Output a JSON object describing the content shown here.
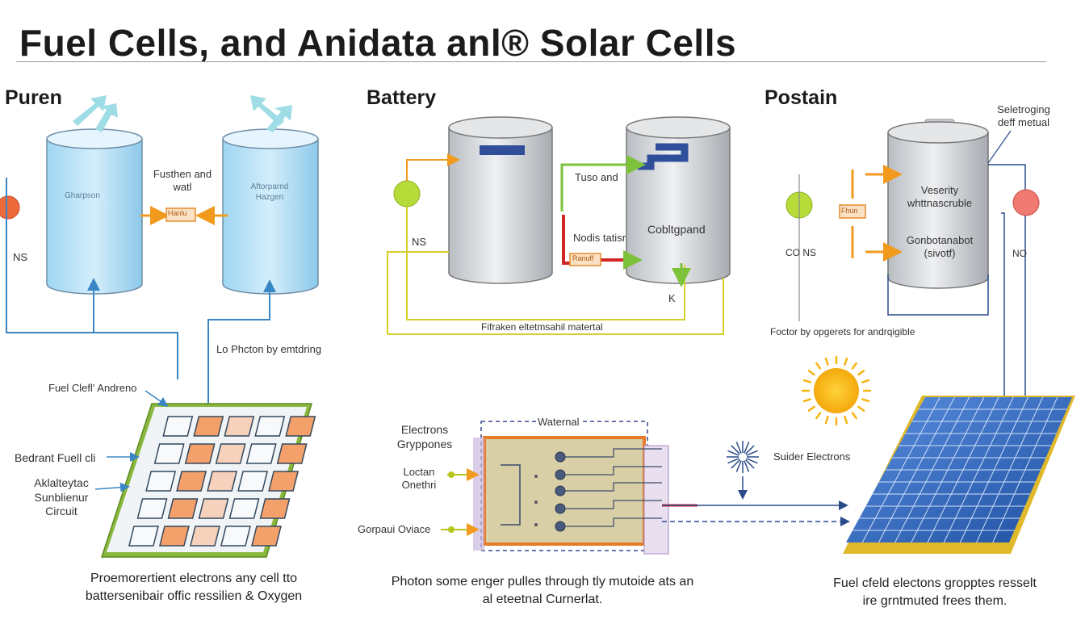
{
  "title": "Fuel Cells, and Anidata anl® Solar Cells",
  "sections": {
    "left": "Puren",
    "middle": "Battery",
    "right": "Postain"
  },
  "left": {
    "tank1_label": "Gharpson",
    "tank2_label": "Aftorparnd Hazgen",
    "fusion_label": "Fusthen and watl",
    "connector_label": "Hanlu",
    "ns_label": "NS",
    "photon_label": "Lo Phcton by emtdring",
    "fuel_cell_label": "Fuel Clefl' Andreno",
    "bedrant_label": "Bedrant Fuell cli",
    "circuit_label": "Aklalteytac Sunblienur Circuit",
    "caption_line1": "Proemorertient electrons any cell tto",
    "caption_line2": "battersenibair offic ressilien & Oxygen"
  },
  "middle": {
    "ns_label": "NS",
    "tuso_label": "Tuso and",
    "nodis_label": "Nodis tatisr",
    "connector_label": "Ranuff",
    "cell_label": "Cobltgpand",
    "k_label": "K",
    "wire_label": "Fifraken eltetmsahil matertal",
    "waternal_label": "Waternal",
    "electrons_label": "Electrons Gryppones",
    "loctan_label": "Loctan Onethri",
    "gorpaui_label": "Gorpaui Oviace",
    "suider_label": "Suider Electrons",
    "caption_line1": "Photon some enger pulles through tly mutoide ats an",
    "caption_line2": "al eteetnal Curnerlat."
  },
  "right": {
    "selet_label": "Seletroging deff metual",
    "cyl_label1": "Veserity whttnascruble",
    "cyl_label2": "Gonbotanabot (sivotf)",
    "co_ns_label": "CO NS",
    "no_label": "NO",
    "connector_label": "Fhun",
    "factor_label": "Foctor by opgerets for andrqigible",
    "caption_line1": "Fuel cfeld electons gropptes resselt",
    "caption_line2": "ire grntmuted frees them."
  },
  "colors": {
    "wire_blue": "#3a86c4",
    "wire_yellow": "#d6cf2a",
    "arrow_orange": "#f29a1d",
    "wire_green": "#7cc23a",
    "wire_red": "#d32626",
    "panel_blue": "#2f63b8",
    "panel_frame": "#e0b92a",
    "sun": "#f6b414"
  }
}
